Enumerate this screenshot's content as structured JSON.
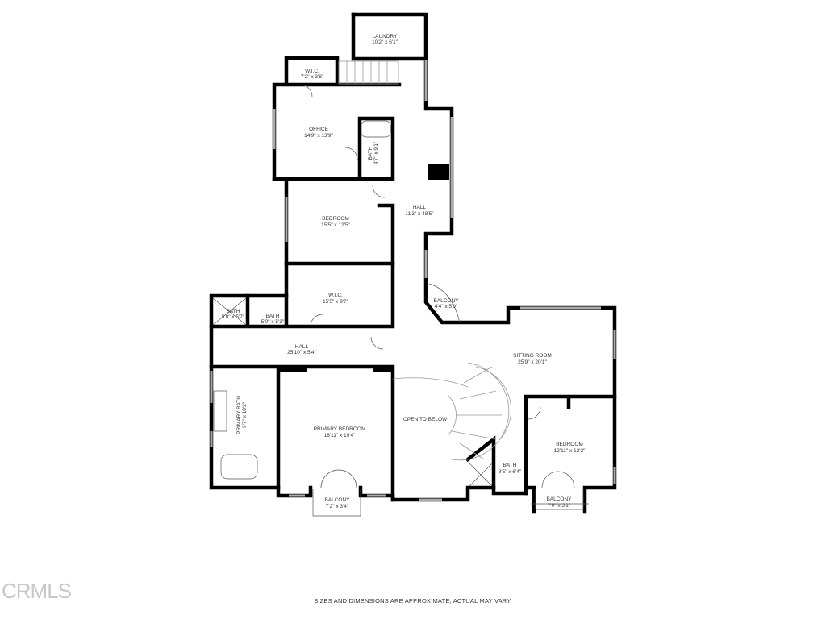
{
  "rooms": [
    {
      "id": "laundry",
      "name": "LAUNDRY",
      "dims": "10'2\" x 6'1\""
    },
    {
      "id": "wic-top",
      "name": "W.I.C.",
      "dims": "7'2\" x 3'8\""
    },
    {
      "id": "office",
      "name": "OFFICE",
      "dims": "14'9\" x 13'9\""
    },
    {
      "id": "bath-office",
      "name": "BATH",
      "dims": "4'7\" x 9'1\""
    },
    {
      "id": "hall-main",
      "name": "HALL",
      "dims": "11'3\" x 48'5\""
    },
    {
      "id": "bedroom-1",
      "name": "BEDROOM",
      "dims": "15'5\" x 12'5\""
    },
    {
      "id": "wic-mid",
      "name": "W.I.C.",
      "dims": "15'5\" x 9'7\""
    },
    {
      "id": "bath-shower",
      "name": "BATH",
      "dims": "5'8\" x 5'7\""
    },
    {
      "id": "bath-toilet",
      "name": "BATH",
      "dims": "5'0\" x 5'3\""
    },
    {
      "id": "balcony-hall",
      "name": "BALCONY",
      "dims": "4'4\" x 5'0\""
    },
    {
      "id": "hall-lower",
      "name": "HALL",
      "dims": "25'10\" x 5'4\""
    },
    {
      "id": "sitting-room",
      "name": "SITTING ROOM",
      "dims": "25'9\" x 20'1\""
    },
    {
      "id": "primary-bath",
      "name": "PRIMARY BATH",
      "dims": "9'7\" x 18'2\""
    },
    {
      "id": "primary-bedroom",
      "name": "PRIMARY BEDROOM",
      "dims": "16'11\" x 19'4\""
    },
    {
      "id": "open-to-below",
      "name": "OPEN TO BELOW",
      "dims": ""
    },
    {
      "id": "bedroom-2",
      "name": "BEDROOM",
      "dims": "12'11\" x 12'2\""
    },
    {
      "id": "bath-bedroom2",
      "name": "BATH",
      "dims": "8'5\" x 6'4\""
    },
    {
      "id": "balcony-primary",
      "name": "BALCONY",
      "dims": "7'2\" x 3'4\""
    },
    {
      "id": "balcony-bedroom2",
      "name": "BALCONY",
      "dims": "7'0\" x 3'1\""
    }
  ],
  "footer": "SIZES AND DIMENSIONS ARE APPROXIMATE, ACTUAL MAY VARY.",
  "logo": "CRMLS",
  "colors": {
    "wall": "#000000",
    "window": "#aaaaaa",
    "text": "#333333"
  }
}
